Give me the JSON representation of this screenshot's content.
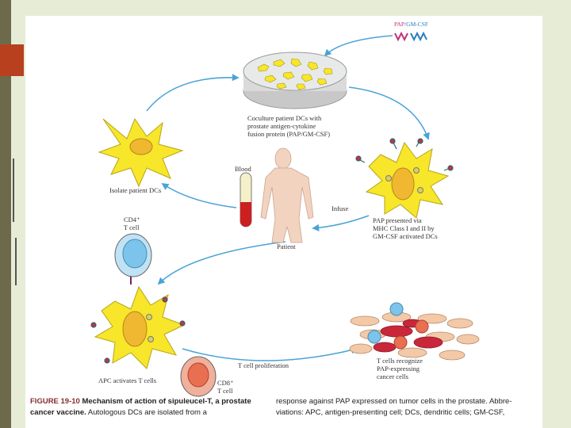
{
  "pap_label": {
    "part1": "PAP",
    "part2": "/GM-CSF"
  },
  "labels": {
    "coculture": "Coculture patient DCs with\nprostate antigen-cytokine\nfusion protein (PAP/GM-CSF)",
    "isolate": "Isolate patient DCs",
    "blood": "Blood",
    "patient": "Patient",
    "infuse": "Infuse",
    "pap_presented": "PAP presented via\nMHC Class I and II by\nGM-CSF activated DCs",
    "cd4": "CD4⁺\nT cell",
    "apc_activates": "APC activates T cells",
    "proliferation": "T cell proliferation",
    "cd8": "CD8⁺\nT cell",
    "recognize": "T cells recognize\nPAP-expressing\ncancer cells"
  },
  "caption": {
    "figure_number": "FIGURE 19-10",
    "figure_title": "Mechanism of action of sipuleucel-T, a prostate cancer vaccine.",
    "left_rest": "Autologous DCs are isolated from a",
    "right": "response against PAP expressed on tumor cells in the prostate. Abbre-viations: APC, antigen-presenting cell; DCs, dendritic cells; GM-CSF,"
  },
  "colors": {
    "cell_yellow": "#f7e62a",
    "nucleus": "#f0b830",
    "arrow": "#4aa3d6",
    "panel": "#ffffff",
    "background": "#e6ecd6",
    "accent": "#b8401f",
    "pap_pink": "#c0327a",
    "pap_blue": "#2a7fc0"
  }
}
